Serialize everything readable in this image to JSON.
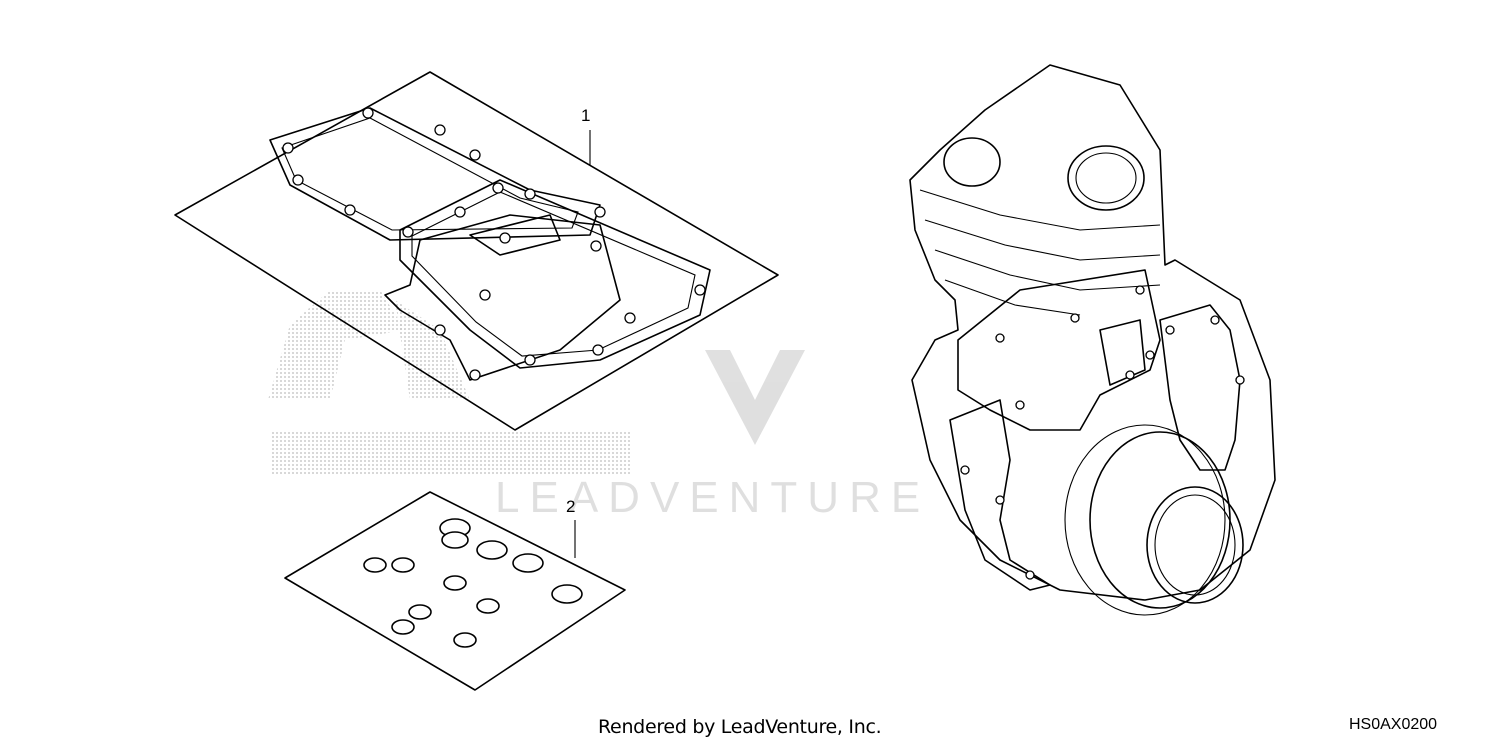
{
  "diagram": {
    "callouts": [
      {
        "label": "1",
        "part": "gasket-kit-a"
      },
      {
        "label": "2",
        "part": "gasket-kit-b"
      }
    ],
    "diagram_code": "HS0AX0200",
    "footer_text": "Rendered by LeadVenture, Inc.",
    "watermarks": {
      "brand_logo": "HONDA",
      "site_logo": "LEADVENTURE"
    }
  }
}
